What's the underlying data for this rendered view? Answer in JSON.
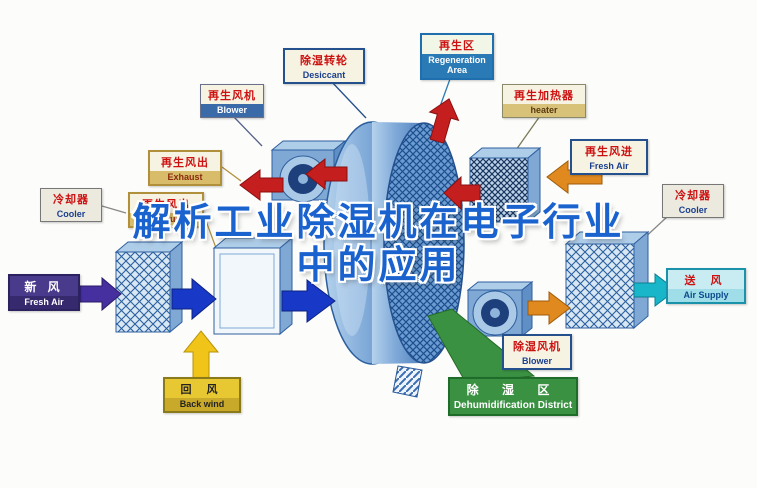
{
  "title": {
    "line1": "解析工业除湿机在电子行业",
    "line2": "中的应用"
  },
  "labels": {
    "regen_blower_top": {
      "cn": "再生风机",
      "en": "Blower"
    },
    "desiccant": {
      "cn": "除湿转轮",
      "en": "Desiccant"
    },
    "regen_area": {
      "cn": "再生区",
      "en": "Regeneration Area"
    },
    "regen_heater": {
      "cn": "再生加热器",
      "en": "heater"
    },
    "exhaust": {
      "cn": "再生风出",
      "en": "Exhaust"
    },
    "exhaust_lower": {
      "cn": "再生风出",
      "en": "Exhaust"
    },
    "regen_fresh_air": {
      "cn": "再生风进",
      "en": "Fresh Air"
    },
    "cooler_left": {
      "cn": "冷却器",
      "en": "Cooler"
    },
    "cooler_right": {
      "cn": "冷却器",
      "en": "Cooler"
    },
    "fresh_air": {
      "cn": "新 风",
      "en": "Fresh Air"
    },
    "back_wind": {
      "cn": "回 风",
      "en": "Back wind"
    },
    "air_supply": {
      "cn": "送 风",
      "en": "Air Supply"
    },
    "dehumid_blower": {
      "cn": "除湿风机",
      "en": "Blower"
    },
    "dehumid_district": {
      "cn": "除 湿 区",
      "en": "Dehumidification District"
    }
  },
  "colors": {
    "title_blue": "#1a63cf",
    "arrow_red": "#c41e1e",
    "arrow_orange": "#e0891e",
    "arrow_blue": "#1838c8",
    "arrow_purple": "#4630a0",
    "arrow_yellow": "#f0c419",
    "arrow_teal": "#19b5c9",
    "arrow_green": "#3a9142",
    "label_cn_red": "#cc1111",
    "label_en_blue": "#1a3f8f",
    "wheel_blue": "#6b9bd2"
  }
}
